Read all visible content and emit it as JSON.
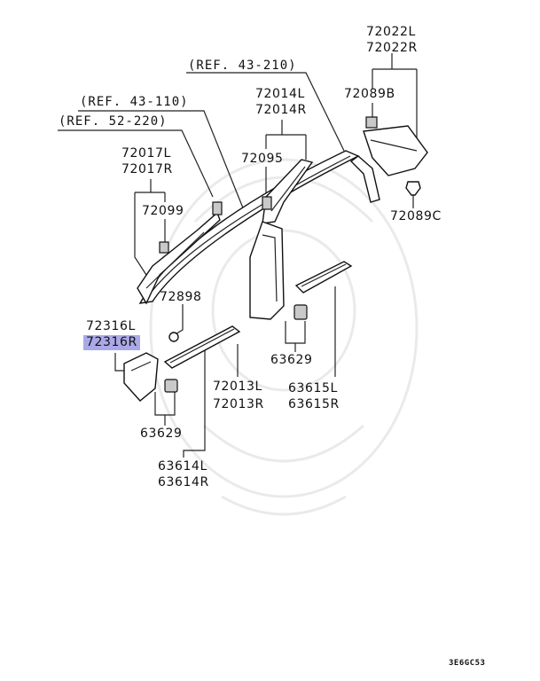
{
  "refs": [
    "(REF. 43-210)",
    "(REF. 43-110)",
    "(REF. 52-220)"
  ],
  "parts": {
    "p72022": [
      "72022L",
      "72022R"
    ],
    "p72089b": "72089B",
    "p72089c": "72089C",
    "p72014": [
      "72014L",
      "72014R"
    ],
    "p72095": "72095",
    "p72017": [
      "72017L",
      "72017R"
    ],
    "p72099": "72099",
    "p72898": "72898",
    "p72316l": "72316L",
    "p72316r": "72316R",
    "p63629a": "63629",
    "p63629b": "63629",
    "p72013": [
      "72013L",
      "72013R"
    ],
    "p63615": [
      "63615L",
      "63615R"
    ],
    "p63614": [
      "63614L",
      "63614R"
    ]
  },
  "highlight": {
    "part": "72316R",
    "color": "#a9a9e8"
  },
  "diagram_code": "3E6GC53"
}
